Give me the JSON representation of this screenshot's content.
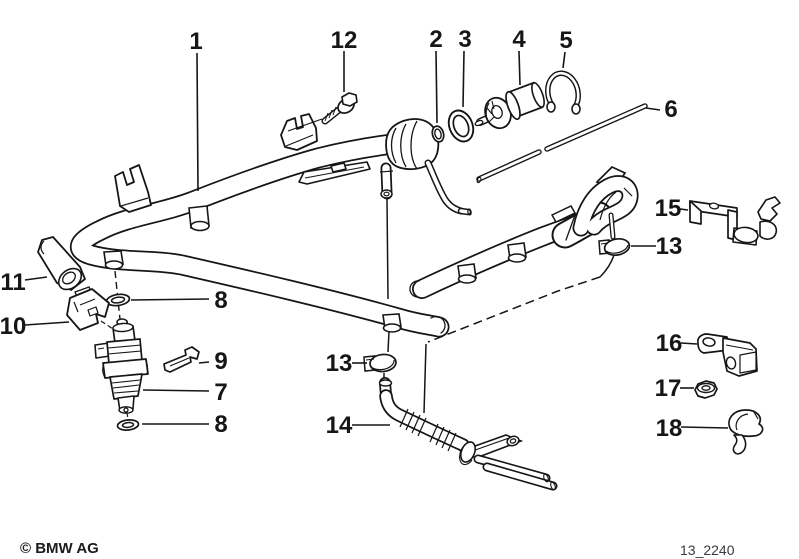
{
  "colors": {
    "ink": "#161616",
    "background": "#ffffff",
    "code_text": "#3a3a3a"
  },
  "footer": {
    "copyright": "© BMW AG",
    "diagram_code": "13_2240"
  },
  "callouts": [
    {
      "text": "1"
    },
    {
      "text": "12"
    },
    {
      "text": "2"
    },
    {
      "text": "3"
    },
    {
      "text": "4"
    },
    {
      "text": "5"
    },
    {
      "text": "6"
    },
    {
      "text": "11"
    },
    {
      "text": "8"
    },
    {
      "text": "10"
    },
    {
      "text": "9"
    },
    {
      "text": "7"
    },
    {
      "text": "8"
    },
    {
      "text": "13"
    },
    {
      "text": "14"
    },
    {
      "text": "15"
    },
    {
      "text": "13"
    },
    {
      "text": "16"
    },
    {
      "text": "17"
    },
    {
      "text": "18"
    }
  ]
}
